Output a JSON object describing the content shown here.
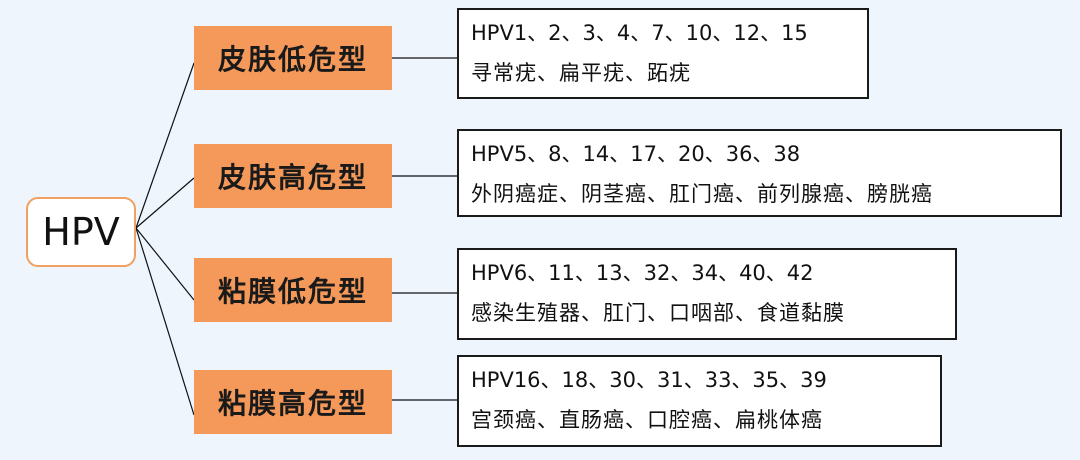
{
  "root": {
    "label": "HPV"
  },
  "categories": [
    {
      "label": "皮肤低危型",
      "types": "HPV1、2、3、4、7、10、12、15",
      "sites": "寻常疣、扁平疣、跖疣"
    },
    {
      "label": "皮肤高危型",
      "types": "HPV5、8、14、17、20、36、38",
      "sites": "外阴癌症、阴茎癌、肛门癌、前列腺癌、膀胱癌"
    },
    {
      "label": "粘膜低危型",
      "types": "HPV6、11、13、32、34、40、42",
      "sites": "感染生殖器、肛门、口咽部、食道黏膜"
    },
    {
      "label": "粘膜高危型",
      "types": "HPV16、18、30、31、33、35、39",
      "sites": "宫颈癌、直肠癌、口腔癌、扁桃体癌"
    }
  ]
}
